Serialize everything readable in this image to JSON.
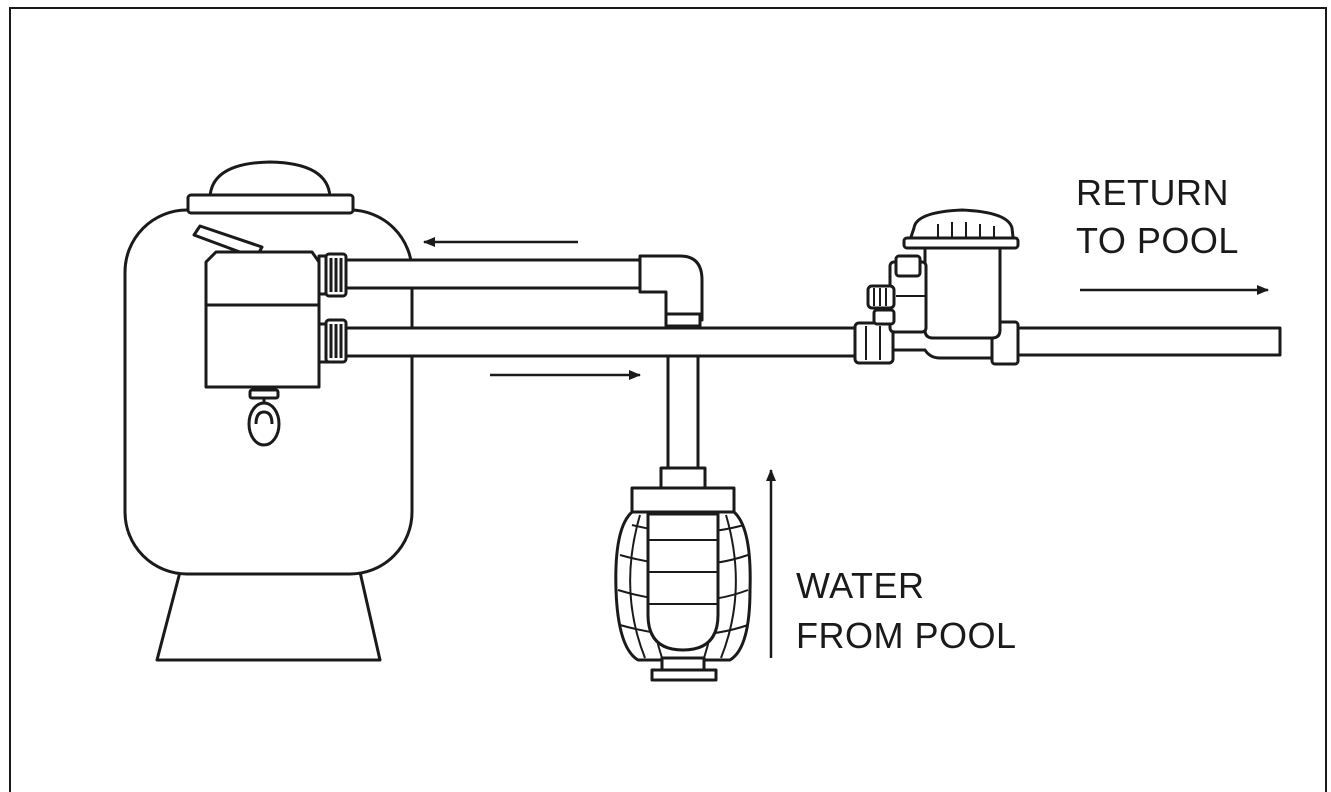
{
  "labels": {
    "return_line1": "RETURN",
    "return_line2": "TO POOL",
    "water_line1": "WATER",
    "water_line2": "FROM POOL"
  },
  "colors": {
    "stroke": "#1a1a1a",
    "background": "#ffffff"
  },
  "icons": {
    "filter_tank": "sand-filter-tank-icon",
    "pump": "pool-pump-icon",
    "chlorinator": "inline-chlorinator-icon"
  }
}
